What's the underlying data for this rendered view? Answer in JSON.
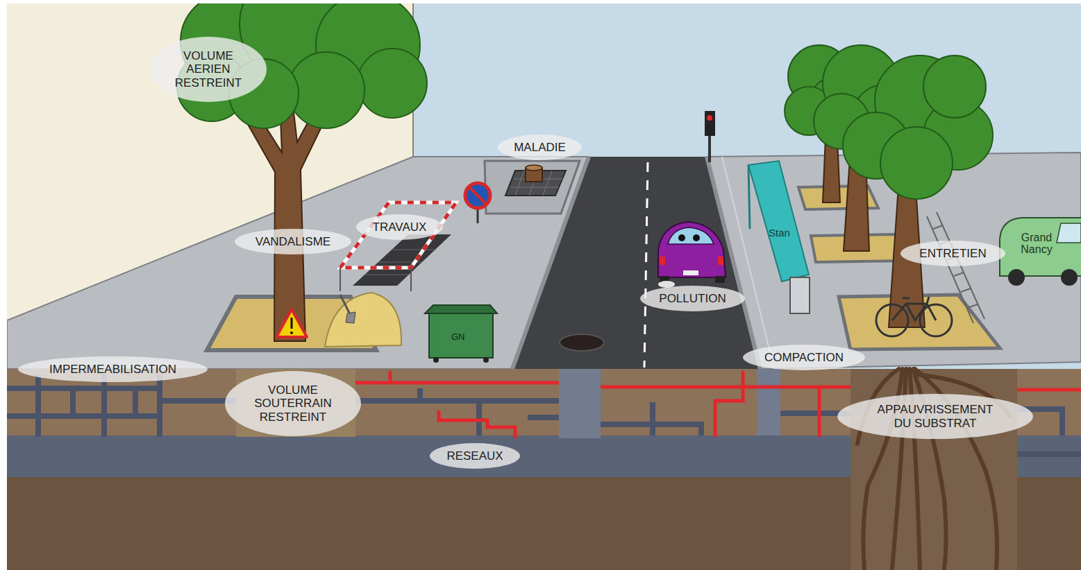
{
  "diagram": {
    "nodes": [
      {
        "text": [
          "VOLUME AERIEN RESTREINT"
        ]
      },
      {
        "text": [
          "MALADIE"
        ]
      },
      {
        "text": [
          "TRAVAUX"
        ]
      },
      {
        "text": [
          "VANDALISME"
        ]
      },
      {
        "text": [
          "ENTRETIEN"
        ]
      },
      {
        "text": [
          "POLLUTION"
        ]
      },
      {
        "text": [
          "IMPERMEABILISATION"
        ]
      },
      {
        "text": [
          "COMPACTION"
        ]
      },
      {
        "text": [
          "VOLUME SOUTERRAIN RESTREINT"
        ]
      },
      {
        "text": [
          "APPAUVRISSEMENT DU SUBSTRAT"
        ]
      },
      {
        "text": [
          "RESEAUX"
        ]
      }
    ],
    "labels": [
      "Stan",
      "Grand Nancy",
      "GN"
    ]
  }
}
